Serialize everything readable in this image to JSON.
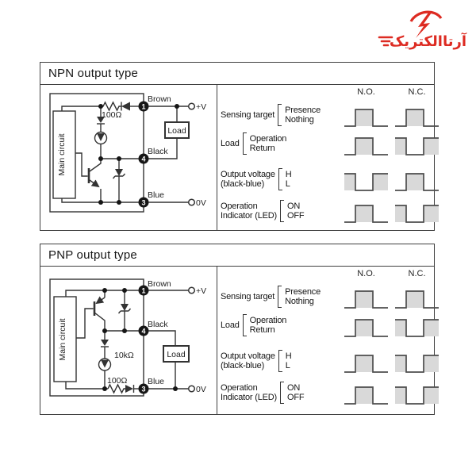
{
  "logo": {
    "text": "آرتاالکتریک",
    "color": "#dd2b22"
  },
  "colors": {
    "accent_red": "#dd2b22",
    "wave_fill": "#d9d9d9",
    "wave_line": "#4d4d4d",
    "panel_border": "#3f3f3f"
  },
  "panels": [
    {
      "key": "npn",
      "title": "NPN output type",
      "circuit": {
        "main_circuit": "Main circuit",
        "resistor": "100Ω",
        "load": "Load",
        "pin_top": "1",
        "pin_mid": "4",
        "pin_bottom": "3",
        "wire_top": "Brown",
        "wire_mid": "Black",
        "wire_bottom": "Blue",
        "terminal_top": "+V",
        "terminal_bottom": "0V"
      },
      "timing": {
        "headers": [
          "N.O.",
          "N.C."
        ],
        "rows": [
          {
            "label": "Sensing target",
            "label2": "",
            "top": "Presence",
            "bottom": "Nothing",
            "no": "pulse",
            "nc": "pulse"
          },
          {
            "label": "Load",
            "label2": "",
            "top": "Operation",
            "bottom": "Return",
            "no": "pulse",
            "nc": "notch"
          },
          {
            "label": "Output voltage",
            "label2": "(black-blue)",
            "top": "H",
            "bottom": "L",
            "no": "notch",
            "nc": "pulse"
          },
          {
            "label": "Operation",
            "label2": "Indicator (LED)",
            "top": "ON",
            "bottom": "OFF",
            "no": "pulse",
            "nc": "notch"
          }
        ]
      }
    },
    {
      "key": "pnp",
      "title": "PNP output type",
      "circuit": {
        "main_circuit": "Main circuit",
        "resistor_mid": "10kΩ",
        "resistor_bottom": "100Ω",
        "load": "Load",
        "pin_top": "1",
        "pin_mid": "4",
        "pin_bottom": "3",
        "wire_top": "Brown",
        "wire_mid": "Black",
        "wire_bottom": "Blue",
        "terminal_top": "+V",
        "terminal_bottom": "0V"
      },
      "timing": {
        "headers": [
          "N.O.",
          "N.C."
        ],
        "rows": [
          {
            "label": "Sensing target",
            "label2": "",
            "top": "Presence",
            "bottom": "Nothing",
            "no": "pulse",
            "nc": "pulse"
          },
          {
            "label": "Load",
            "label2": "",
            "top": "Operation",
            "bottom": "Return",
            "no": "pulse",
            "nc": "notch"
          },
          {
            "label": "Output voltage",
            "label2": "(black-blue)",
            "top": "H",
            "bottom": "L",
            "no": "pulse",
            "nc": "notch"
          },
          {
            "label": "Operation",
            "label2": "Indicator (LED)",
            "top": "ON",
            "bottom": "OFF",
            "no": "pulse",
            "nc": "notch"
          }
        ]
      }
    }
  ]
}
